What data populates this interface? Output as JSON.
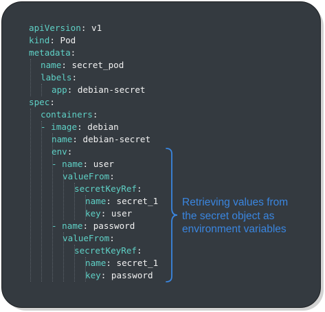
{
  "yaml": {
    "l01": {
      "key": "apiVersion",
      "value": "v1"
    },
    "l02": {
      "key": "kind",
      "value": "Pod"
    },
    "l03": {
      "key": "metadata"
    },
    "l04": {
      "key": "name",
      "value": "secret_pod"
    },
    "l05": {
      "key": "labels"
    },
    "l06": {
      "key": "app",
      "value": "debian-secret"
    },
    "l07": {
      "key": "spec"
    },
    "l08": {
      "key": "containers"
    },
    "l09": {
      "key": "image",
      "value": "debian"
    },
    "l10": {
      "key": "name",
      "value": "debian-secret"
    },
    "l11": {
      "key": "env"
    },
    "l12": {
      "key": "name",
      "value": "user"
    },
    "l13": {
      "key": "valueFrom"
    },
    "l14": {
      "key": "secretKeyRef"
    },
    "l15": {
      "key": "name",
      "value": "secret_1"
    },
    "l16": {
      "key": "key",
      "value": "user"
    },
    "l17": {
      "key": "name",
      "value": "password"
    },
    "l18": {
      "key": "valueFrom"
    },
    "l19": {
      "key": "secretKeyRef"
    },
    "l20": {
      "key": "name",
      "value": "secret_1"
    },
    "l21": {
      "key": "key",
      "value": "password"
    }
  },
  "annotation": {
    "lines": [
      "Retrieving values from",
      "the secret object as",
      "environment variables"
    ]
  },
  "colors": {
    "background": "#343a40",
    "key": "#5fd1c6",
    "value": "#f2f2f2",
    "annotation": "#3a86e0"
  }
}
